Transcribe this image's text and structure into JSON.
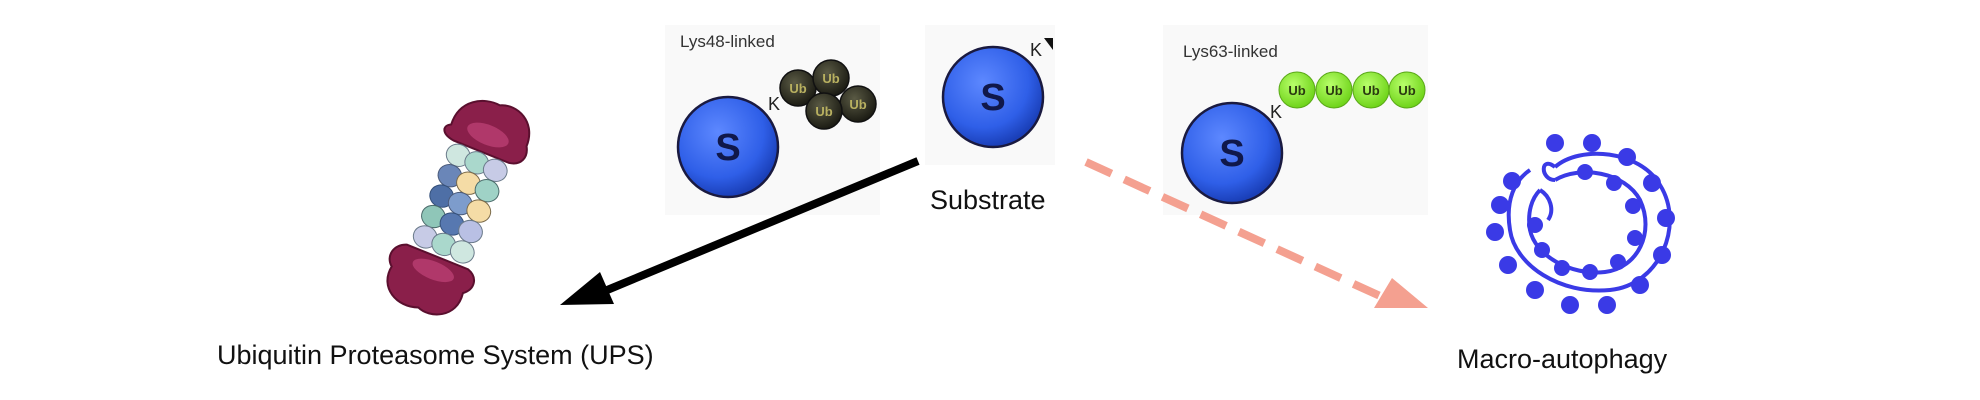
{
  "diagram": {
    "substrate": {
      "letter": "S",
      "lysine": "K",
      "caption": "Substrate"
    },
    "lys48": {
      "label": "Lys48-linked",
      "letter": "S",
      "lysine": "K",
      "ub": [
        "Ub",
        "Ub",
        "Ub",
        "Ub"
      ]
    },
    "lys63": {
      "label": "Lys63-linked",
      "letter": "S",
      "lysine": "K",
      "ub": [
        "Ub",
        "Ub",
        "Ub",
        "Ub"
      ]
    },
    "ups": {
      "caption": "Ubiquitin Proteasome System (UPS)"
    },
    "autophagy": {
      "caption": "Macro-autophagy"
    },
    "colors": {
      "substrate_blue": "#2f5fe8",
      "ub48_dark": "#2e2e22",
      "ub63_green": "#86e62a",
      "arrow_ups": "#000000",
      "arrow_autophagy": "#f4a090",
      "phagophore_blue": "#3a3ae6",
      "proteasome_cap": "#8a1f4a"
    }
  }
}
